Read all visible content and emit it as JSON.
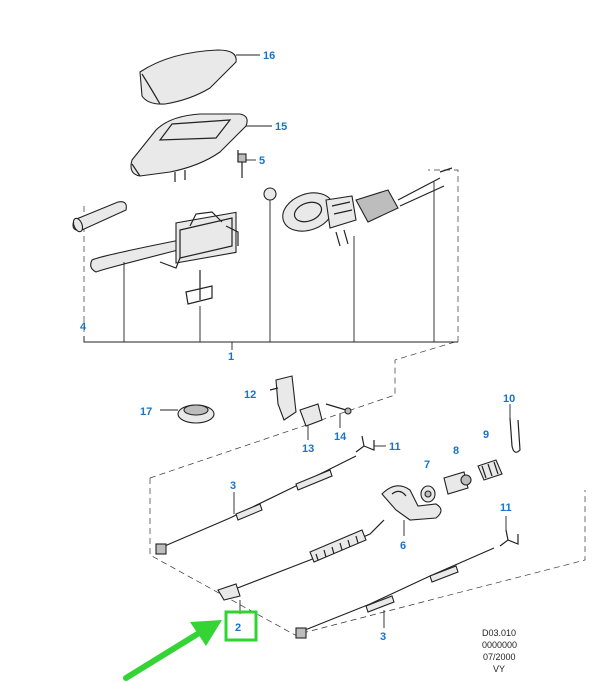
{
  "callouts": {
    "c16": "16",
    "c15": "15",
    "c5": "5",
    "c4": "4",
    "c1": "1",
    "c17": "17",
    "c12": "12",
    "c13": "13",
    "c14": "14",
    "c11a": "11",
    "c10": "10",
    "c9": "9",
    "c8": "8",
    "c7": "7",
    "c3a": "3",
    "c6": "6",
    "c11b": "11",
    "c2": "2",
    "c3b": "3"
  },
  "reference": {
    "line1": "D03.010",
    "line2": "0000000",
    "line3": "07/2000",
    "line4": "VY"
  },
  "colors": {
    "callout_text": "#1a73c9",
    "highlight_box": "#2fd52f",
    "pointer_arrow": "#35d435"
  },
  "icons": {
    "pointer": "green-arrow-icon"
  }
}
